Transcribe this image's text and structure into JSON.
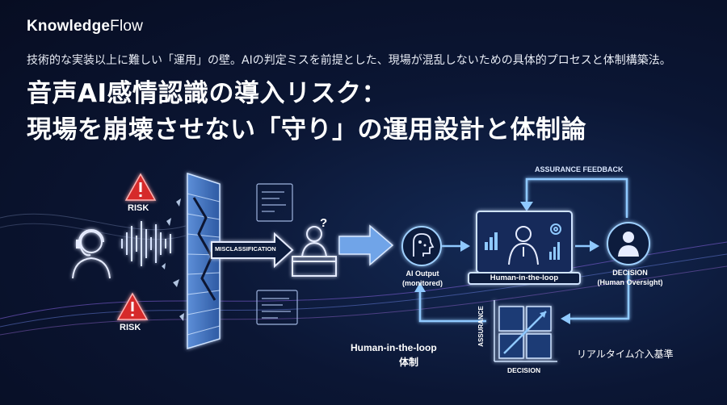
{
  "brand": {
    "name_bold": "Knowledge",
    "name_light": "Flow"
  },
  "subtitle": "技術的な実装以上に難しい「運用」の壁。AIの判定ミスを前提とした、現場が混乱しないための具体的プロセスと体制構築法。",
  "title": {
    "line1": "音声AI感情認識の導入リスク：",
    "line2": "現場を崩壊させない「守り」の運用設計と体制論"
  },
  "diagram": {
    "risk_top": "RISK",
    "risk_bottom": "RISK",
    "misclassification": "MISCLASSIFICATION",
    "assurance_feedback": "ASSURANCE FEEDBACK",
    "ai_output": "AI Output\n(monitored)",
    "human_in_the_loop": "Human-in-the-loop",
    "decision": "DECISION\n(Human Oversight)",
    "hitl_system_line1": "Human-in-the-loop",
    "hitl_system_line2": "体制",
    "axis_assurance": "ASSURANCE",
    "axis_decision": "DECISION",
    "realtime_criteria": "リアルタイム介入基準",
    "question_mark": "?"
  },
  "colors": {
    "accent": "#4aa8ff",
    "risk": "#d62b2b",
    "glow": "#8fc9ff"
  }
}
